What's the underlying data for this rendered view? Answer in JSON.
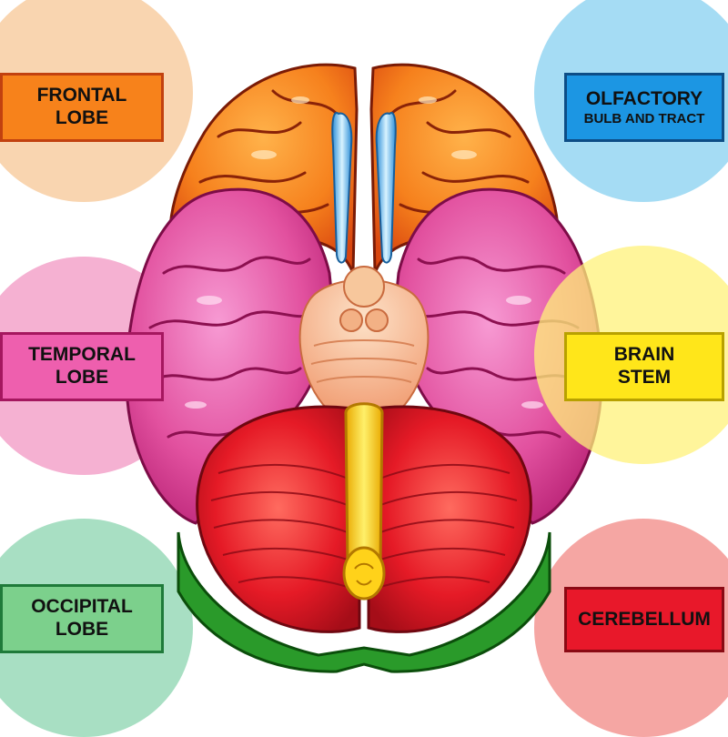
{
  "colors": {
    "frontal": "#f7821b",
    "frontal_disc": "#f9d5b0",
    "olfactory": "#1c96e3",
    "olfactory_disc": "#a5dcf4",
    "temporal": "#ee5fae",
    "temporal_disc": "#f5b1d2",
    "brainstem": "#ffe61a",
    "brainstem_disc": "#fff27a",
    "occipital": "#7cd08c",
    "occipital_disc": "#a8dfc3",
    "cerebellum": "#e8182a",
    "cerebellum_disc": "#f5a6a3"
  },
  "labels": {
    "frontal": {
      "line1": "FRONTAL",
      "line2": "LOBE"
    },
    "olfactory": {
      "line1": "OLFACTORY",
      "line2": "BULB AND TRACT"
    },
    "temporal": {
      "line1": "TEMPORAL",
      "line2": "LOBE"
    },
    "brainstem": {
      "line1": "BRAIN",
      "line2": "STEM"
    },
    "occipital": {
      "line1": "OCCIPITAL",
      "line2": "LOBE"
    },
    "cerebellum": {
      "line1": "CEREBELLUM"
    }
  }
}
